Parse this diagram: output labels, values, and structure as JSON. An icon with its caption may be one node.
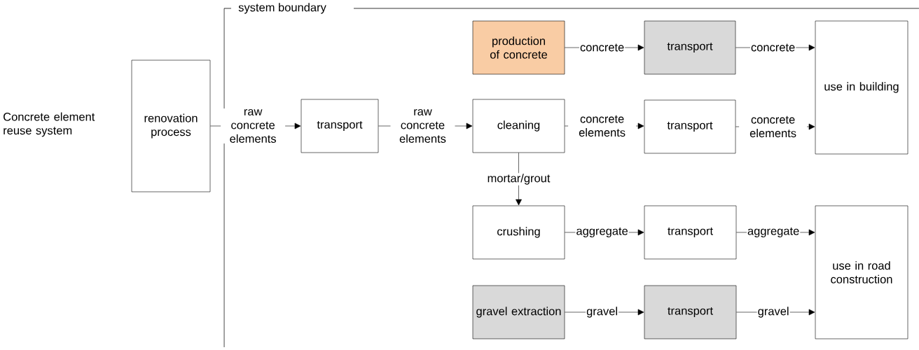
{
  "diagram": {
    "nodes": [
      {
        "text": [
          "renovation process"
        ]
      },
      {
        "text": [
          "transport"
        ]
      },
      {
        "text": [
          "production of concrete"
        ]
      },
      {
        "text": [
          "transport"
        ]
      },
      {
        "text": [
          "cleaning"
        ]
      },
      {
        "text": [
          "transport"
        ]
      },
      {
        "text": [
          "use in building"
        ]
      },
      {
        "text": [
          "crushing"
        ]
      },
      {
        "text": [
          "transport"
        ]
      },
      {
        "text": [
          "gravel extraction"
        ]
      },
      {
        "text": [
          "transport"
        ]
      },
      {
        "text": [
          "use in road construction"
        ]
      }
    ],
    "edges": [
      {
        "from": 0,
        "to": 1,
        "arrow": "to",
        "label": "raw concrete elements"
      },
      {
        "from": 1,
        "to": 4,
        "arrow": "to",
        "label": "raw concrete elements"
      },
      {
        "from": 2,
        "to": 3,
        "arrow": "to",
        "label": "concrete"
      },
      {
        "from": 3,
        "to": 6,
        "arrow": "to",
        "label": "concrete"
      },
      {
        "from": 4,
        "to": 5,
        "arrow": "to",
        "label": "concrete elements"
      },
      {
        "from": 5,
        "to": 6,
        "arrow": "to",
        "label": "concrete elements"
      },
      {
        "from": 4,
        "to": 7,
        "arrow": "to",
        "label": "mortar/grout"
      },
      {
        "from": 7,
        "to": 8,
        "arrow": "to",
        "label": "aggregate"
      },
      {
        "from": 8,
        "to": 11,
        "arrow": "to",
        "label": "aggregate"
      },
      {
        "from": 9,
        "to": 10,
        "arrow": "to",
        "label": "gravel"
      },
      {
        "from": 10,
        "to": 11,
        "arrow": "to",
        "label": "gravel"
      }
    ],
    "labels": [
      "Concrete element reuse system",
      "system boundary"
    ]
  }
}
